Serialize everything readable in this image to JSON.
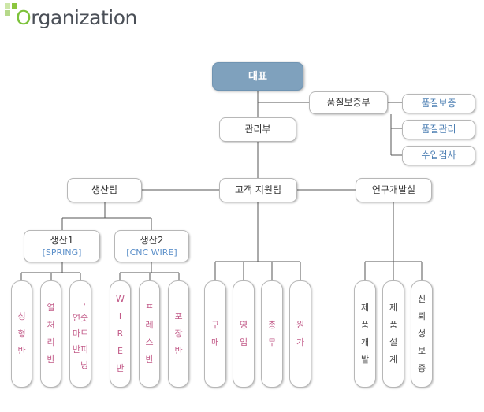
{
  "logo": {
    "first_letter": "O",
    "rest": "rganization"
  },
  "ceo": "대표",
  "qa_dept": "품질보증부",
  "qa_children": [
    "품질보증",
    "품질관리",
    "수입검사"
  ],
  "admin_dept": "관리부",
  "production_team": "생산팀",
  "customer_support": "고객 지원팀",
  "rnd": "연구개발실",
  "prod1": {
    "title": "생산1",
    "sub": "[SPRING]"
  },
  "prod2": {
    "title": "생산2",
    "sub": "[CNC WIRE]"
  },
  "prod1_units": [
    {
      "chars": [
        "성",
        "형",
        "반"
      ]
    },
    {
      "chars": [
        "열",
        "처",
        "리",
        "반"
      ]
    },
    {
      "col1": [
        "연",
        "마",
        "반"
      ],
      "col2": [
        ",",
        "숏",
        "트",
        "피",
        "닝"
      ]
    }
  ],
  "prod2_units": [
    {
      "chars": [
        "W",
        "I",
        "R",
        "E",
        "반"
      ]
    },
    {
      "chars": [
        "프",
        "레",
        "스",
        "반"
      ]
    },
    {
      "chars": [
        "포",
        "장",
        "반"
      ]
    }
  ],
  "support_units": [
    {
      "chars": [
        "구",
        "매"
      ]
    },
    {
      "chars": [
        "영",
        "업"
      ]
    },
    {
      "chars": [
        "총",
        "무"
      ]
    },
    {
      "chars": [
        "원",
        "가"
      ]
    }
  ],
  "rnd_units": [
    {
      "chars": [
        "제",
        "품",
        "개",
        "발"
      ]
    },
    {
      "chars": [
        "제",
        "품",
        "설",
        "계"
      ]
    },
    {
      "chars": [
        "신",
        "뢰",
        "성",
        "보",
        "증"
      ]
    }
  ],
  "colors": {
    "ceo_fill": "#7fa1bd",
    "lines": "#555555",
    "logo_green": "#7cc23a",
    "unit_text": "#c25a88"
  }
}
